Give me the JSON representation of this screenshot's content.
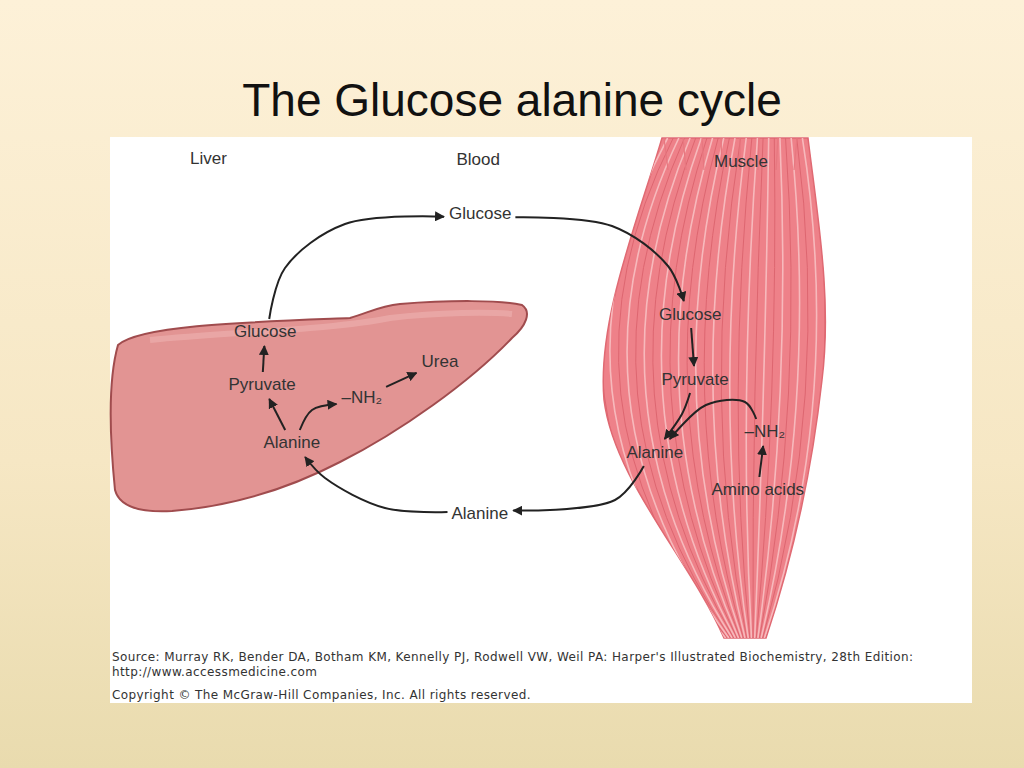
{
  "diagram": {
    "title": "The Glucose alanine cycle",
    "nodes": [
      {
        "text": [
          "Liver"
        ]
      },
      {
        "text": [
          "Glucose"
        ],
        "in": 0
      },
      {
        "text": [
          "Pyruvate"
        ],
        "in": 0
      },
      {
        "text": [
          "–NH₂"
        ],
        "in": 0
      },
      {
        "text": [
          "Urea"
        ],
        "in": 0
      },
      {
        "text": [
          "Alanine"
        ],
        "in": 0
      },
      {
        "text": [
          "Glucose"
        ]
      },
      {
        "text": [
          "Muscle"
        ]
      },
      {
        "text": [
          "Glucose"
        ],
        "in": 7
      },
      {
        "text": [
          "Pyruvate"
        ],
        "in": 7
      },
      {
        "text": [
          "Alanine"
        ],
        "in": 7
      },
      {
        "text": [
          "–NH₂"
        ],
        "in": 7
      },
      {
        "text": [
          "Amino acids"
        ],
        "in": 7
      },
      {
        "text": [
          "Alanine"
        ]
      }
    ],
    "edges": [
      {
        "from": 1,
        "to": 6,
        "arrow": "to"
      },
      {
        "from": 6,
        "to": 8,
        "arrow": "to"
      },
      {
        "from": 8,
        "to": 9,
        "arrow": "to"
      },
      {
        "from": 9,
        "to": 10,
        "arrow": "to"
      },
      {
        "from": 11,
        "to": 10,
        "arrow": "to"
      },
      {
        "from": 12,
        "to": 11,
        "arrow": "to"
      },
      {
        "from": 10,
        "to": 13,
        "arrow": "to"
      },
      {
        "from": 13,
        "to": 5,
        "arrow": "to"
      },
      {
        "from": 5,
        "to": 2,
        "arrow": "to"
      },
      {
        "from": 5,
        "to": 3,
        "arrow": "to"
      },
      {
        "from": 3,
        "to": 4,
        "arrow": "to"
      },
      {
        "from": 2,
        "to": 1,
        "arrow": "to"
      }
    ],
    "labels": [
      "Blood",
      "Source: Murray RK, Bender DA, Botham KM, Kennelly PJ, Rodwell VW, Weil PA: Harper's Illustrated Biochemistry, 28th Edition: http://www.accessmedicine.com",
      "Copyright © The McGraw-Hill Companies, Inc. All rights reserved."
    ]
  }
}
